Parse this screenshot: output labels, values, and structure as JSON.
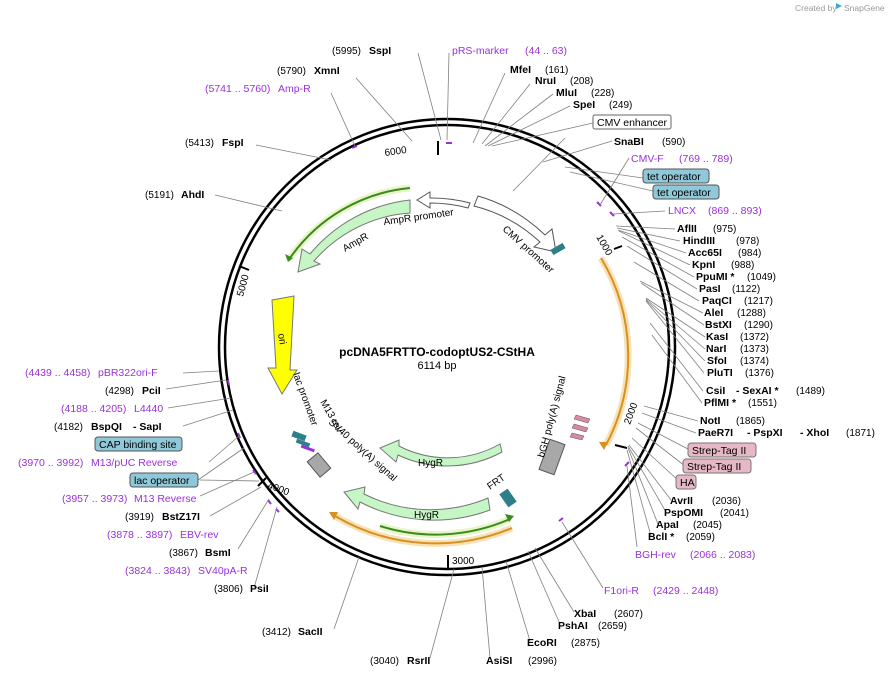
{
  "header": {
    "created_by": "Created by",
    "brand": "SnapGene"
  },
  "plasmid": {
    "name": "pcDNA5FRTTO-codoptUS2-CStHA",
    "length": "6114 bp"
  },
  "ticks": [
    "1000",
    "2000",
    "3000",
    "4000",
    "5000",
    "6000"
  ],
  "enzymes": [
    {
      "name": "SspI",
      "pos": "(5995)"
    },
    {
      "name": "XmnI",
      "pos": "(5790)"
    },
    {
      "name": "FspI",
      "pos": "(5413)"
    },
    {
      "name": "AhdI",
      "pos": "(5191)"
    },
    {
      "name": "MfeI",
      "pos": "(161)"
    },
    {
      "name": "NruI",
      "pos": "(208)"
    },
    {
      "name": "MluI",
      "pos": "(228)"
    },
    {
      "name": "SpeI",
      "pos": "(249)"
    },
    {
      "name": "SnaBI",
      "pos": "(590)"
    },
    {
      "name": "AflII",
      "pos": "(975)"
    },
    {
      "name": "HindIII",
      "pos": "(978)"
    },
    {
      "name": "Acc65I",
      "pos": "(984)"
    },
    {
      "name": "KpnI",
      "pos": "(988)"
    },
    {
      "name": "PpuMI *",
      "pos": "(1049)"
    },
    {
      "name": "PasI",
      "pos": "(1122)"
    },
    {
      "name": "PaqCI",
      "pos": "(1217)"
    },
    {
      "name": "AleI",
      "pos": "(1288)"
    },
    {
      "name": "BstXI",
      "pos": "(1290)"
    },
    {
      "name": "KasI",
      "pos": "(1372)"
    },
    {
      "name": "NarI",
      "pos": "(1373)"
    },
    {
      "name": "SfoI",
      "pos": "(1374)"
    },
    {
      "name": "PluTI",
      "pos": "(1376)"
    },
    {
      "name": "CsiI",
      "pos": ""
    },
    {
      "name": "- SexAI *",
      "pos": "(1489)"
    },
    {
      "name": "PflMI *",
      "pos": "(1551)"
    },
    {
      "name": "NotI",
      "pos": "(1865)"
    },
    {
      "name": "PaeR7I",
      "pos": ""
    },
    {
      "name": "- PspXI",
      "pos": ""
    },
    {
      "name": "- XhoI",
      "pos": "(1871)"
    },
    {
      "name": "AvrII",
      "pos": "(2036)"
    },
    {
      "name": "PspOMI",
      "pos": "(2041)"
    },
    {
      "name": "ApaI",
      "pos": "(2045)"
    },
    {
      "name": "BclI *",
      "pos": "(2059)"
    },
    {
      "name": "XbaI",
      "pos": "(2607)"
    },
    {
      "name": "PshAI",
      "pos": "(2659)"
    },
    {
      "name": "EcoRI",
      "pos": "(2875)"
    },
    {
      "name": "AsiSI",
      "pos": "(2996)"
    },
    {
      "name": "RsrII",
      "pos": "(3040)"
    },
    {
      "name": "SacII",
      "pos": "(3412)"
    },
    {
      "name": "PsiI",
      "pos": "(3806)"
    },
    {
      "name": "BsmI",
      "pos": "(3867)"
    },
    {
      "name": "BstZ17I",
      "pos": "(3919)"
    },
    {
      "name": "BspQI",
      "pos": "(4182)"
    },
    {
      "name": "- SapI",
      "pos": ""
    },
    {
      "name": "PciI",
      "pos": "(4298)"
    }
  ],
  "primers": [
    {
      "name": "pRS-marker",
      "pos": "(44 .. 63)"
    },
    {
      "name": "Amp-R",
      "pos": "(5741 .. 5760)"
    },
    {
      "name": "CMV-F",
      "pos": "(769 .. 789)"
    },
    {
      "name": "LNCX",
      "pos": "(869 .. 893)"
    },
    {
      "name": "BGH-rev",
      "pos": "(2066 .. 2083)"
    },
    {
      "name": "F1ori-R",
      "pos": "(2429 .. 2448)"
    },
    {
      "name": "pBR322ori-F",
      "pos": "(4439 .. 4458)"
    },
    {
      "name": "L4440",
      "pos": "(4188 .. 4205)"
    },
    {
      "name": "M13/pUC Reverse",
      "pos": "(3970 .. 3992)"
    },
    {
      "name": "M13 Reverse",
      "pos": "(3957 .. 3973)"
    },
    {
      "name": "EBV-rev",
      "pos": "(3878 .. 3897)"
    },
    {
      "name": "SV40pA-R",
      "pos": "(3824 .. 3843)"
    }
  ],
  "boxes": [
    {
      "label": "CMV enhancer",
      "fill": "#ffffff"
    },
    {
      "label": "tet operator",
      "fill": "#8fc8d8"
    },
    {
      "label": "tet operator",
      "fill": "#8fc8d8"
    },
    {
      "label": "Strep-Tag II",
      "fill": "#e6b8c6"
    },
    {
      "label": "Strep-Tag II",
      "fill": "#e6b8c6"
    },
    {
      "label": "HA",
      "fill": "#e6b8c6"
    },
    {
      "label": "CAP binding site",
      "fill": "#8fc8d8"
    },
    {
      "label": "lac operator",
      "fill": "#8fc8d8"
    }
  ],
  "features": {
    "ampr_promoter": "AmpR promoter",
    "ampr": "AmpR",
    "cmv_promoter": "CMV promoter",
    "ori": "ori",
    "lac_promoter": "lac promoter",
    "m13_rev": "M13 rev",
    "sv40_pa": "SV40 poly(A) signal",
    "hygr_inner": "HygR",
    "hygr_outer": "HygR",
    "frt": "FRT",
    "bgh_pa": "bGH poly(A) signal"
  },
  "colors": {
    "primer": "#9b30d9",
    "ampr_green": "#c6f5c6",
    "ori_yellow": "#ffff00",
    "orange_arc": "#d9901e",
    "backbone": "#000000"
  }
}
